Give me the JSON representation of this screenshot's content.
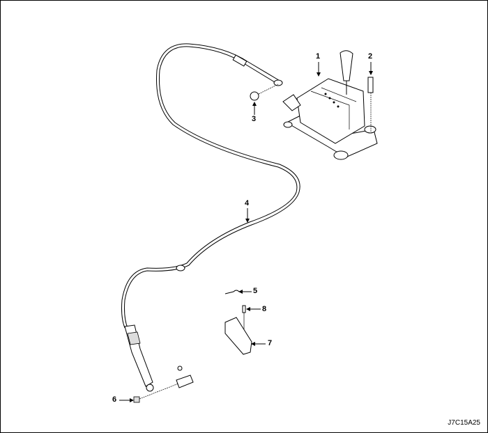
{
  "diagram": {
    "callouts": [
      {
        "number": "1",
        "part": "shifter-assembly"
      },
      {
        "number": "2",
        "part": "bolt"
      },
      {
        "number": "3",
        "part": "nut"
      },
      {
        "number": "4",
        "part": "shift-cable"
      },
      {
        "number": "5",
        "part": "clip"
      },
      {
        "number": "6",
        "part": "retainer"
      },
      {
        "number": "7",
        "part": "bracket"
      },
      {
        "number": "8",
        "part": "bolt"
      }
    ],
    "figure_code": "J7C15A25"
  }
}
